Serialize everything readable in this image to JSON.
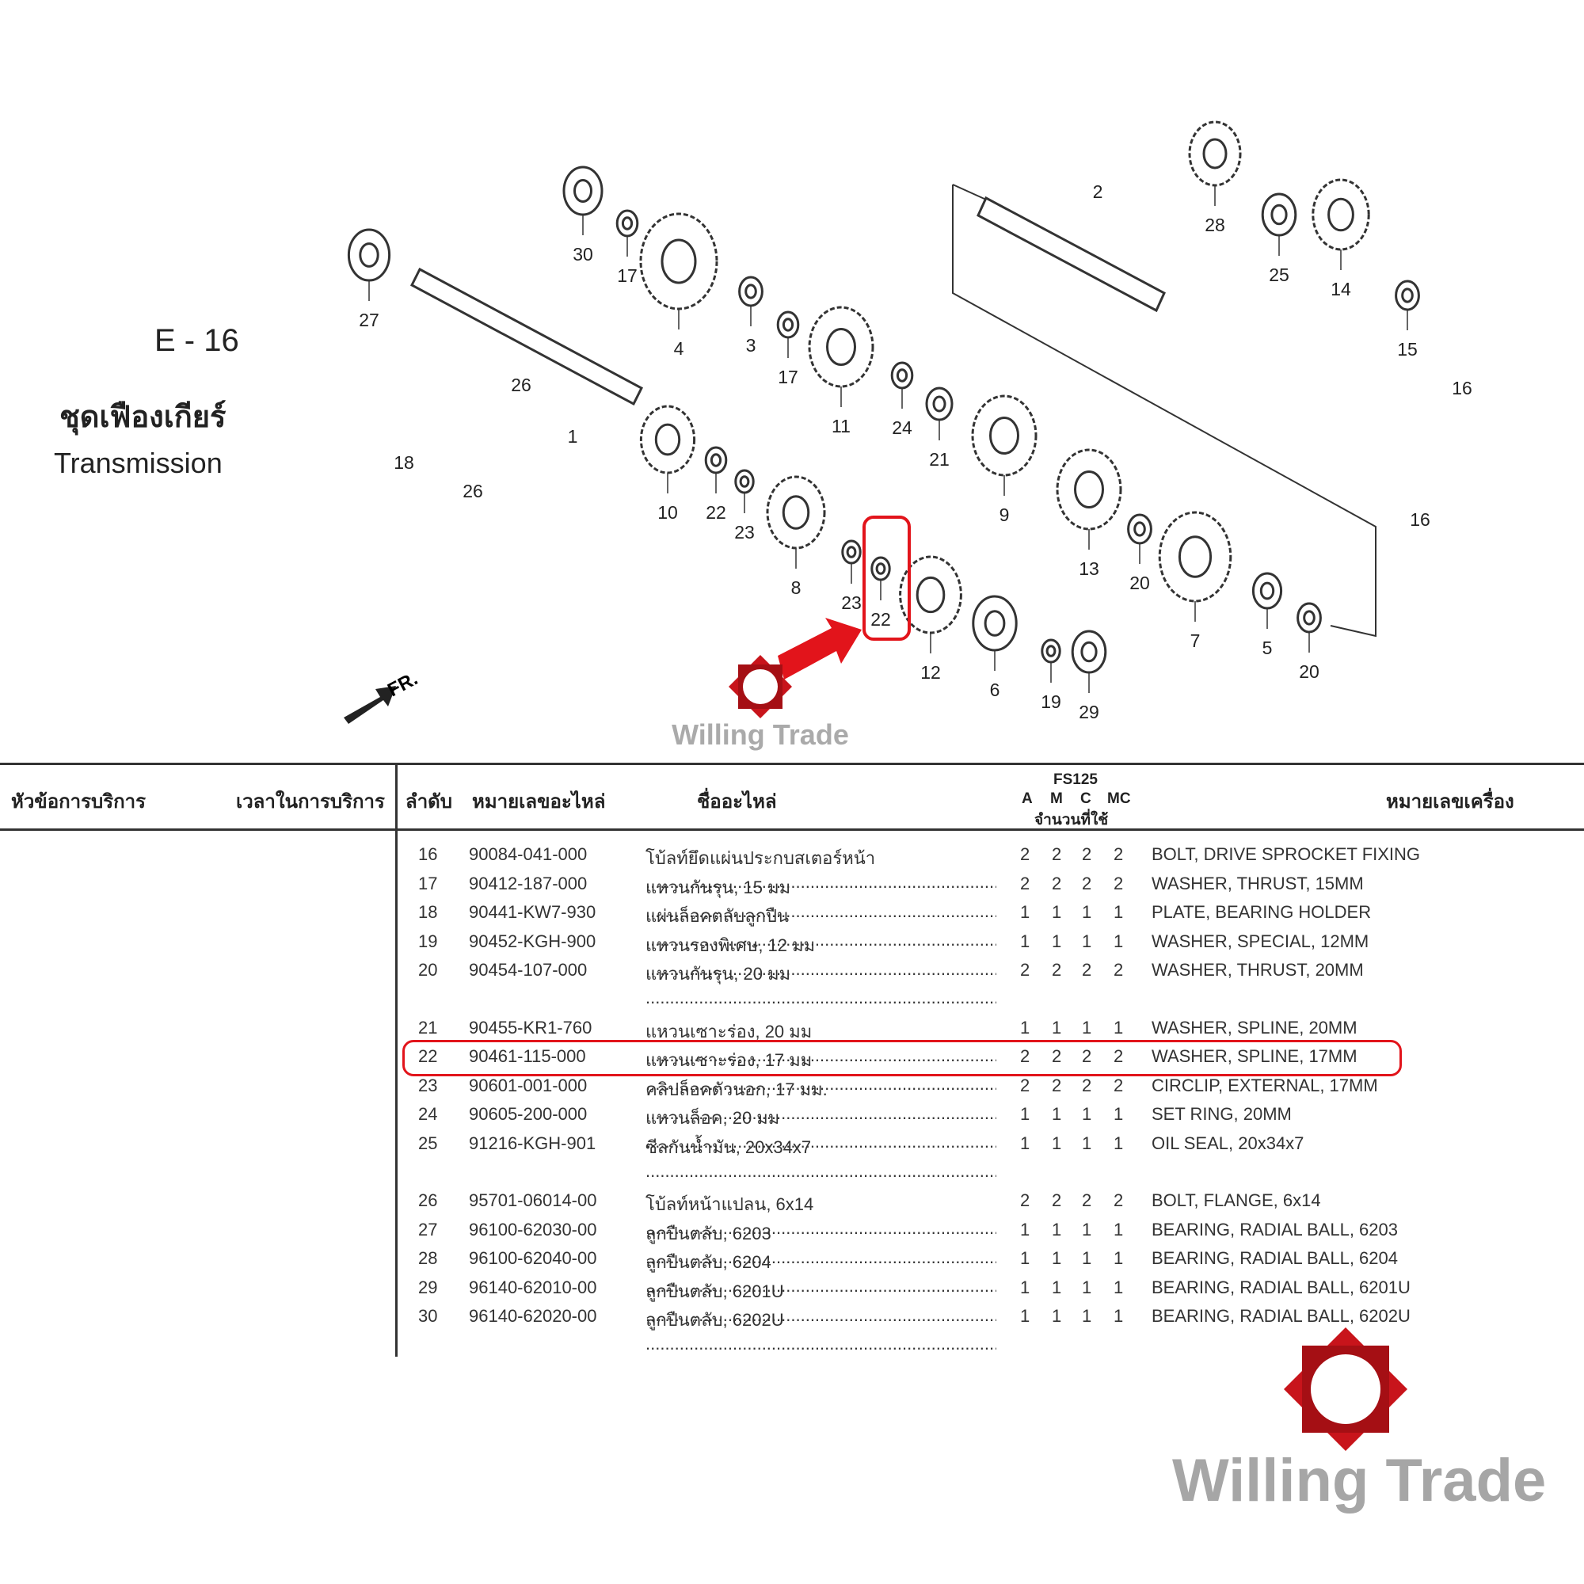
{
  "header": {
    "code": "E - 16",
    "title_th": "ชุดเฟืองเกียร์",
    "title_en": "Transmission"
  },
  "watermark": {
    "text": "Willing Trade",
    "color": "#c8141b"
  },
  "diagram": {
    "front_label": "FR.",
    "callouts": [
      "30",
      "17",
      "4",
      "3",
      "17",
      "27",
      "26",
      "18",
      "1",
      "26",
      "11",
      "24",
      "21",
      "10",
      "22",
      "23",
      "8",
      "23",
      "22",
      "9",
      "2",
      "28",
      "25",
      "14",
      "15",
      "16",
      "16",
      "13",
      "20",
      "7",
      "5",
      "20",
      "12",
      "6",
      "19",
      "29"
    ],
    "highlight_color": "#e2141b"
  },
  "table": {
    "headers": {
      "service_topic": "หัวข้อการบริการ",
      "service_time": "เวลาในการบริการ",
      "index": "ลำดับ",
      "part_no": "หมายเลขอะไหล่",
      "part_name": "ชื่ออะไหล่",
      "model": "FS125",
      "variants": [
        "A",
        "M",
        "C",
        "MC"
      ],
      "qty": "จำนวนที่ใช้",
      "frame_no": "หมายเลขเครื่อง"
    },
    "rows": [
      {
        "n": "16",
        "part": "90084-041-000",
        "th": "โบ้ลท์ยึดแผ่นประกบสเตอร์หน้า",
        "q": [
          "2",
          "2",
          "2",
          "2"
        ],
        "en": "BOLT, DRIVE SPROCKET FIXING"
      },
      {
        "n": "17",
        "part": "90412-187-000",
        "th": "แหวนกันรุน, 15 มม",
        "q": [
          "2",
          "2",
          "2",
          "2"
        ],
        "en": "WASHER, THRUST, 15MM"
      },
      {
        "n": "18",
        "part": "90441-KW7-930",
        "th": "แผ่นล็อคตลับลูกปืน",
        "q": [
          "1",
          "1",
          "1",
          "1"
        ],
        "en": "PLATE, BEARING HOLDER"
      },
      {
        "n": "19",
        "part": "90452-KGH-900",
        "th": "แหวนรองพิเศษ, 12 มม",
        "q": [
          "1",
          "1",
          "1",
          "1"
        ],
        "en": "WASHER, SPECIAL, 12MM"
      },
      {
        "n": "20",
        "part": "90454-107-000",
        "th": "แหวนกันรุน, 20 มม",
        "q": [
          "2",
          "2",
          "2",
          "2"
        ],
        "en": "WASHER, THRUST, 20MM"
      },
      {
        "n": "21",
        "part": "90455-KR1-760",
        "th": "แหวนเซาะร่อง, 20 มม",
        "q": [
          "1",
          "1",
          "1",
          "1"
        ],
        "en": "WASHER, SPLINE, 20MM"
      },
      {
        "n": "22",
        "part": "90461-115-000",
        "th": "แหวนเซาะร่อง, 17 มม",
        "q": [
          "2",
          "2",
          "2",
          "2"
        ],
        "en": "WASHER, SPLINE, 17MM",
        "highlighted": true
      },
      {
        "n": "23",
        "part": "90601-001-000",
        "th": "คลิปล็อคตัวนอก, 17 มม.",
        "q": [
          "2",
          "2",
          "2",
          "2"
        ],
        "en": "CIRCLIP, EXTERNAL, 17MM"
      },
      {
        "n": "24",
        "part": "90605-200-000",
        "th": "แหวนล็อค, 20 มม",
        "q": [
          "1",
          "1",
          "1",
          "1"
        ],
        "en": "SET RING, 20MM"
      },
      {
        "n": "25",
        "part": "91216-KGH-901",
        "th": "ซีลกันน้ำมัน, 20x34x7",
        "q": [
          "1",
          "1",
          "1",
          "1"
        ],
        "en": "OIL SEAL, 20x34x7"
      },
      {
        "n": "26",
        "part": "95701-06014-00",
        "th": "โบ้ลท์หน้าแปลน, 6x14",
        "q": [
          "2",
          "2",
          "2",
          "2"
        ],
        "en": "BOLT, FLANGE, 6x14"
      },
      {
        "n": "27",
        "part": "96100-62030-00",
        "th": "ลูกปืนตลับ, 6203",
        "q": [
          "1",
          "1",
          "1",
          "1"
        ],
        "en": "BEARING, RADIAL BALL, 6203"
      },
      {
        "n": "28",
        "part": "96100-62040-00",
        "th": "ลูกปืนตลับ, 6204",
        "q": [
          "1",
          "1",
          "1",
          "1"
        ],
        "en": "BEARING, RADIAL BALL, 6204"
      },
      {
        "n": "29",
        "part": "96140-62010-00",
        "th": "ลูกปืนตลับ, 6201U",
        "q": [
          "1",
          "1",
          "1",
          "1"
        ],
        "en": "BEARING, RADIAL BALL, 6201U"
      },
      {
        "n": "30",
        "part": "96140-62020-00",
        "th": "ลูกปืนตลับ, 6202U",
        "q": [
          "1",
          "1",
          "1",
          "1"
        ],
        "en": "BEARING, RADIAL BALL, 6202U"
      }
    ]
  }
}
